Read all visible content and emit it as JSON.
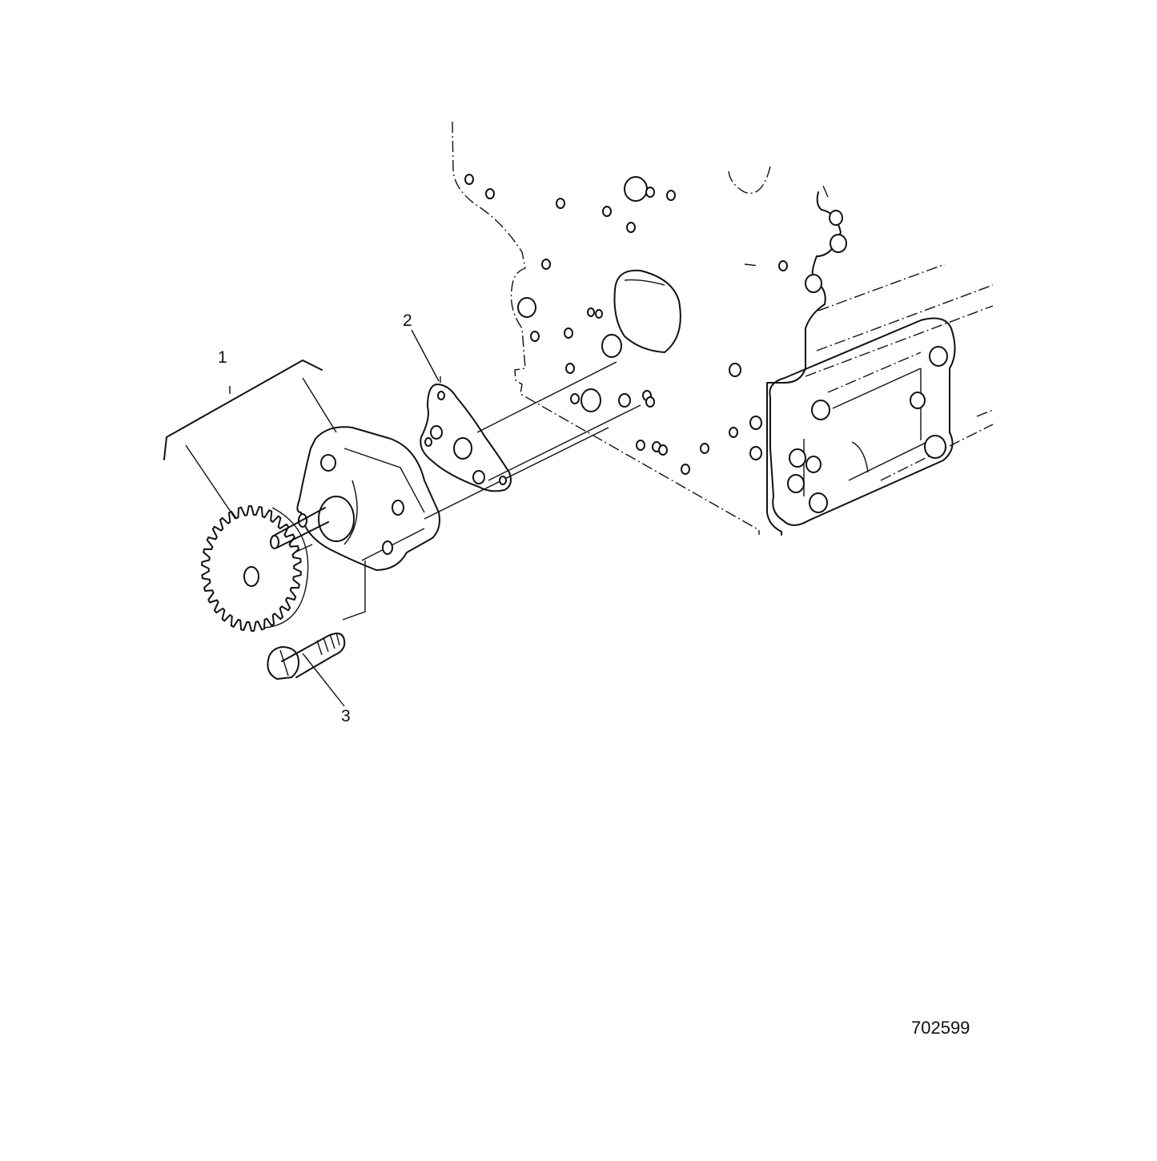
{
  "callouts": {
    "item_1": "1",
    "item_2": "2",
    "item_3": "3"
  },
  "figure_number": "702599",
  "colors": {
    "line": "#111111",
    "background": "#ffffff"
  }
}
